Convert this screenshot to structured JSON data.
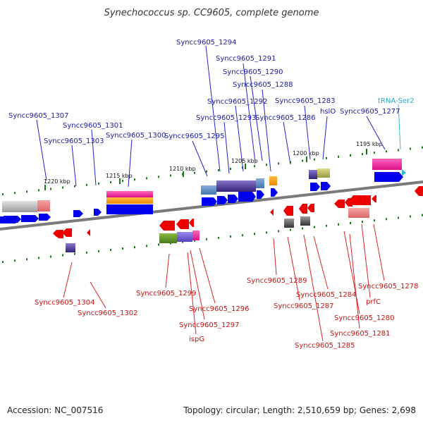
{
  "title": "Synechococcus sp. CC9605, complete genome",
  "footer": {
    "accession": "Accession: NC_007516",
    "summary": "Topology: circular; Length: 2,510,659 bp; Genes: 2,698"
  },
  "colors": {
    "forward_gene": "#0000ee",
    "reverse_gene": "#ee0000",
    "backbone": "#7a7a7a",
    "tick": "#1a7a1a",
    "top_label": "#1a1aa8",
    "bottom_label": "#cc1111",
    "trna": "#33bbdd"
  },
  "ticks": [
    "1220 kbp",
    "1215 kbp",
    "1210 kbp",
    "1205 kbp",
    "1200 kbp",
    "1195 kbp"
  ],
  "labels_top": [
    "Syncc9605_1294",
    "Syncc9605_1291",
    "Syncc9605_1290",
    "Syncc9605_1288",
    "Syncc9605_1292",
    "Syncc9605_1283",
    "hslO",
    "Syncc9605_1307",
    "Syncc9605_1293",
    "Syncc9605_1286",
    "Syncc9605_1277",
    "Syncc9605_1301",
    "Syncc9605_1300",
    "Syncc9605_1295",
    "Syncc9605_1303"
  ],
  "label_trna": "tRNA-Ser2",
  "labels_bottom": [
    "Syncc9605_1289",
    "Syncc9605_1278",
    "Syncc9605_1299",
    "Syncc9605_1284",
    "prfC",
    "Syncc9605_1304",
    "Syncc9605_1287",
    "Syncc9605_1296",
    "Syncc9605_1302",
    "Syncc9605_1280",
    "Syncc9605_1297",
    "Syncc9605_1281",
    "ispG",
    "Syncc9605_1285"
  ]
}
